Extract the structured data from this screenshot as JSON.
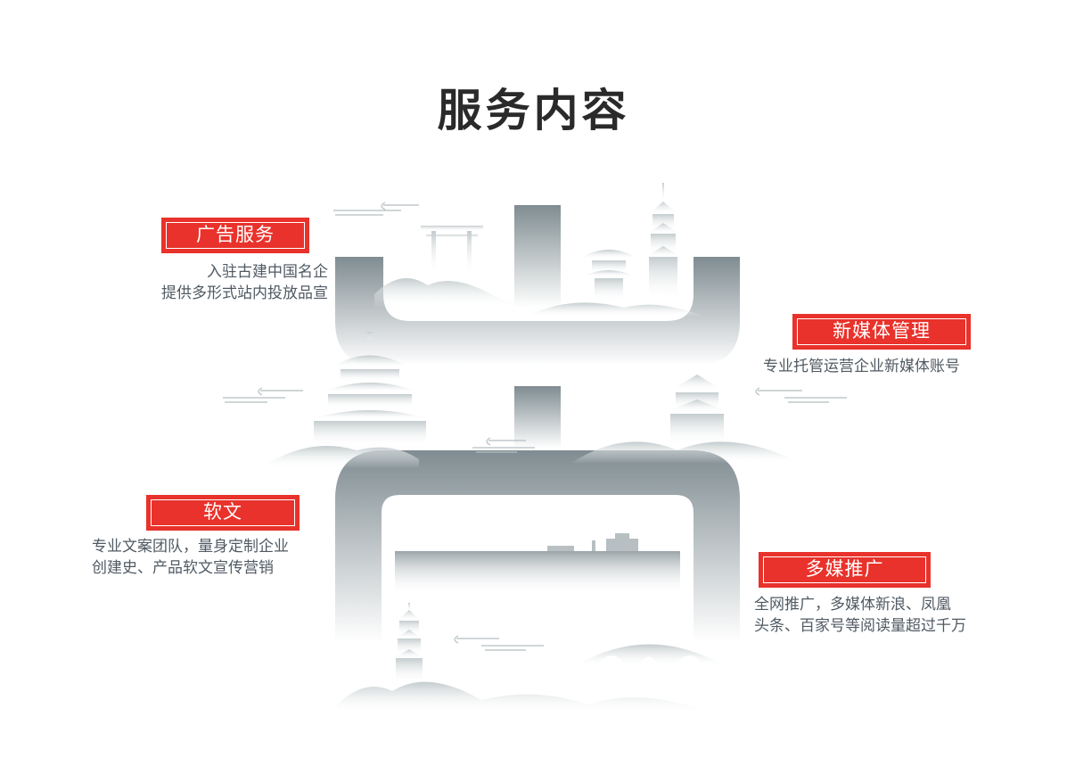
{
  "page": {
    "title": "服务内容"
  },
  "colors": {
    "accent": "#e8322b",
    "text": "#505a63",
    "title": "#2a2a2a",
    "art": "#7f8c91"
  },
  "services": [
    {
      "label": "广告服务",
      "lines": [
        "入驻古建中国名企",
        "提供多形式站内投放品宣"
      ]
    },
    {
      "label": "新媒体管理",
      "lines": [
        "专业托管运营企业新媒体账号"
      ]
    },
    {
      "label": "软文",
      "lines": [
        "专业文案团队，量身定制企业",
        "创建史、产品软文宣传营销"
      ]
    },
    {
      "label": "多媒推广",
      "lines": [
        "全网推广，多媒体新浪、凤凰",
        "头条、百家号等阅读量超过千万"
      ]
    }
  ]
}
